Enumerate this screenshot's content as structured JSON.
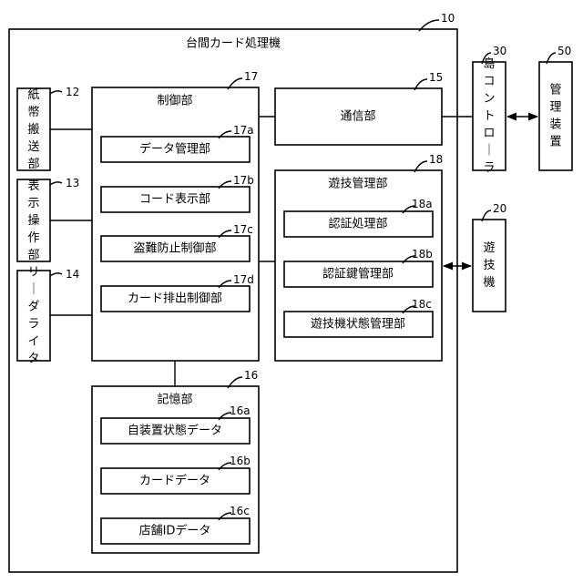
{
  "device": {
    "label": "台間カード処理機",
    "ref": "10"
  },
  "controller": {
    "label": "制御部",
    "ref": "17",
    "subunits": [
      {
        "label": "データ管理部",
        "ref": "17a"
      },
      {
        "label": "コード表示部",
        "ref": "17b"
      },
      {
        "label": "盗難防止制御部",
        "ref": "17c"
      },
      {
        "label": "カード排出制御部",
        "ref": "17d"
      }
    ]
  },
  "paper_transport": {
    "label": "紙幣搬送部",
    "ref": "12"
  },
  "display_operation": {
    "label": "表示操作部",
    "ref": "13"
  },
  "reader_writer": {
    "label": "リーダライタ",
    "ref": "14"
  },
  "communication": {
    "label": "通信部",
    "ref": "15"
  },
  "game_management": {
    "label": "遊技管理部",
    "ref": "18",
    "subunits": [
      {
        "label": "認証処理部",
        "ref": "18a"
      },
      {
        "label": "認証鍵管理部",
        "ref": "18b"
      },
      {
        "label": "遊技機状態管理部",
        "ref": "18c"
      }
    ]
  },
  "storage": {
    "label": "記憶部",
    "ref": "16",
    "subunits": [
      {
        "label": "自装置状態データ",
        "ref": "16a"
      },
      {
        "label": "カードデータ",
        "ref": "16b"
      },
      {
        "label": "店舗IDデータ",
        "ref": "16c"
      }
    ]
  },
  "island_controller": {
    "label": "島コントローラ",
    "ref": "30"
  },
  "management_device": {
    "label": "管理装置",
    "ref": "50"
  },
  "game_machine": {
    "label": "遊技機",
    "ref": "20"
  }
}
